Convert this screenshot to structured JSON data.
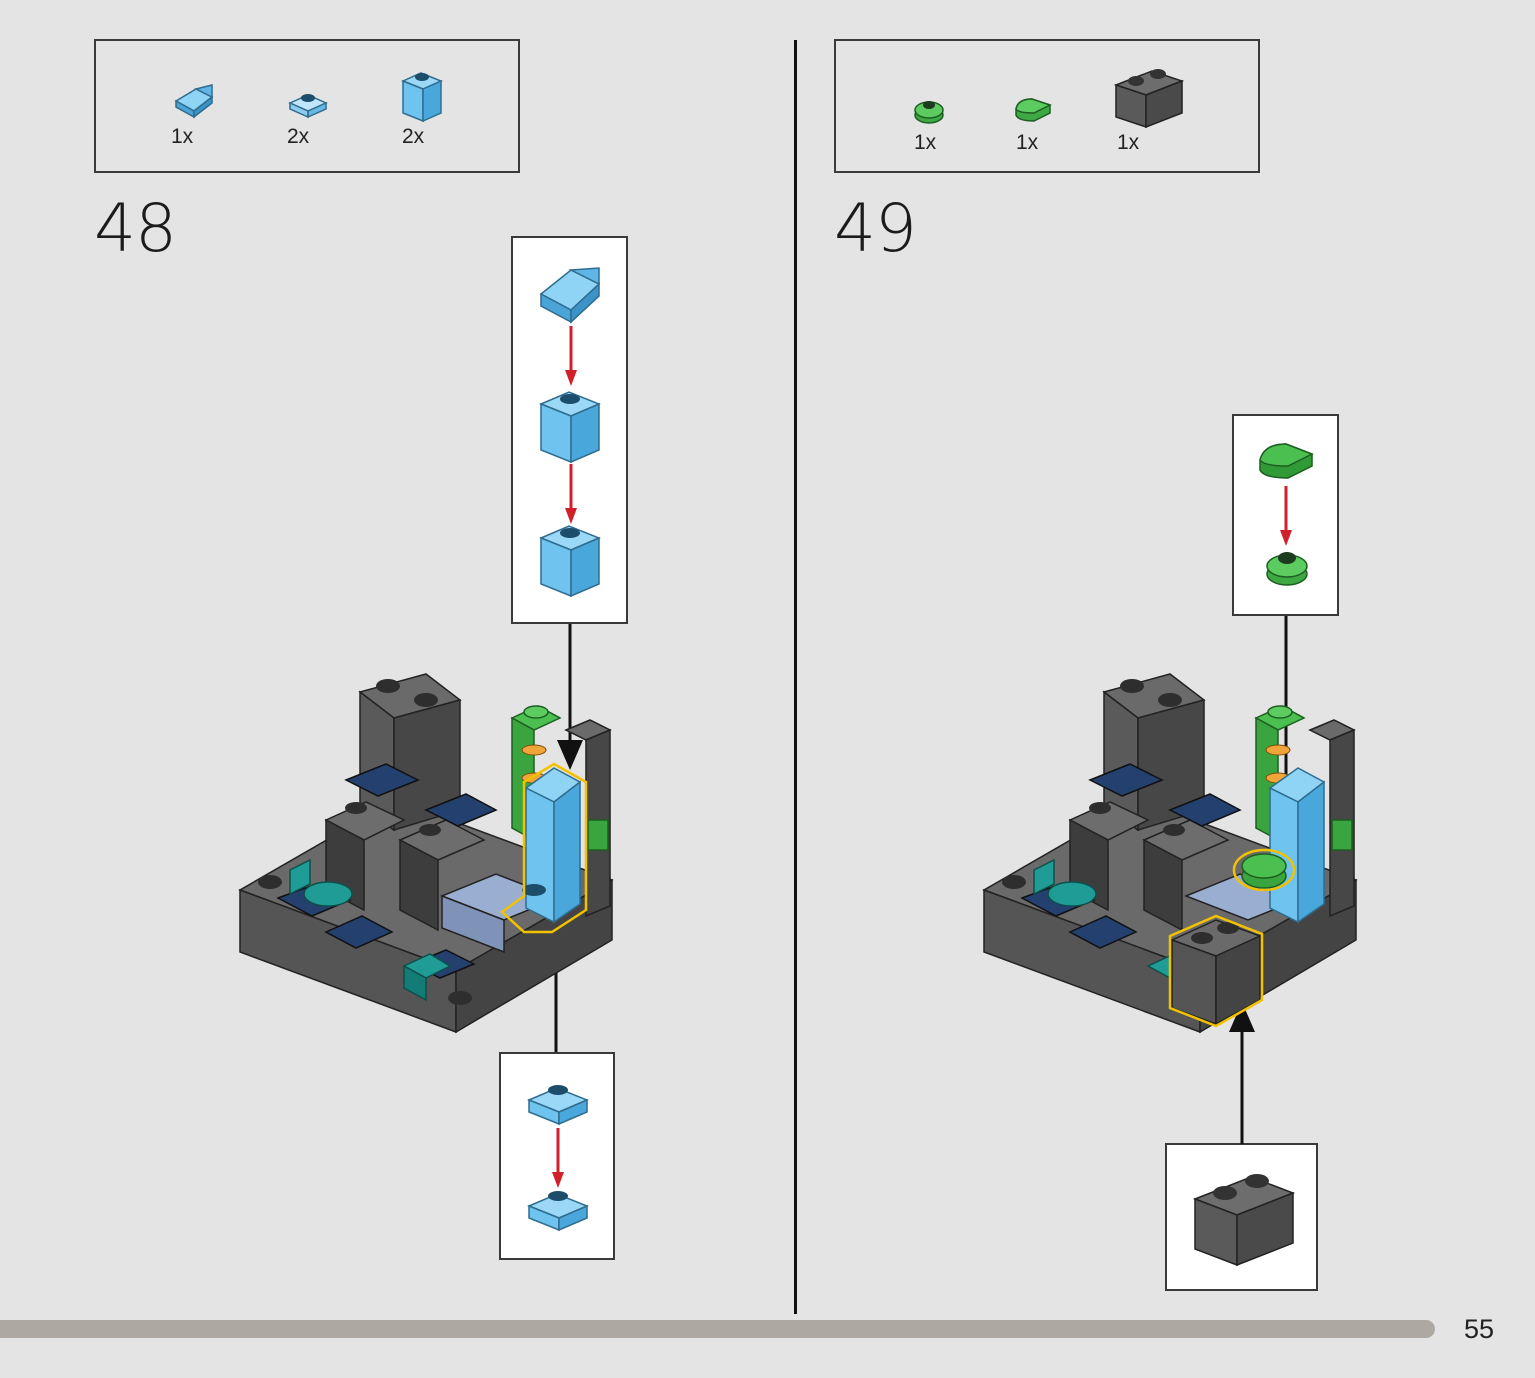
{
  "page": {
    "number": "55"
  },
  "steps": [
    {
      "number": "48",
      "parts": [
        {
          "icon": "trans-light-blue-slope-icon",
          "qty": "1x"
        },
        {
          "icon": "trans-light-blue-plate-icon",
          "qty": "2x"
        },
        {
          "icon": "trans-light-blue-brick-icon",
          "qty": "2x"
        }
      ]
    },
    {
      "number": "49",
      "parts": [
        {
          "icon": "green-round-plate-icon",
          "qty": "1x"
        },
        {
          "icon": "green-round-tile-icon",
          "qty": "1x"
        },
        {
          "icon": "dark-grey-brick-1x2-icon",
          "qty": "1x"
        }
      ]
    }
  ],
  "colors": {
    "background": "#e4e4e4",
    "trans_light_blue": "#6ec3ef",
    "dark_grey": "#5c5c5c",
    "dark_blue": "#243a6b",
    "green": "#4bbf4f",
    "teal": "#1f9c96",
    "highlight": "#f2c200",
    "arrow_red": "#d0202a",
    "progress": "#ada8a2"
  }
}
